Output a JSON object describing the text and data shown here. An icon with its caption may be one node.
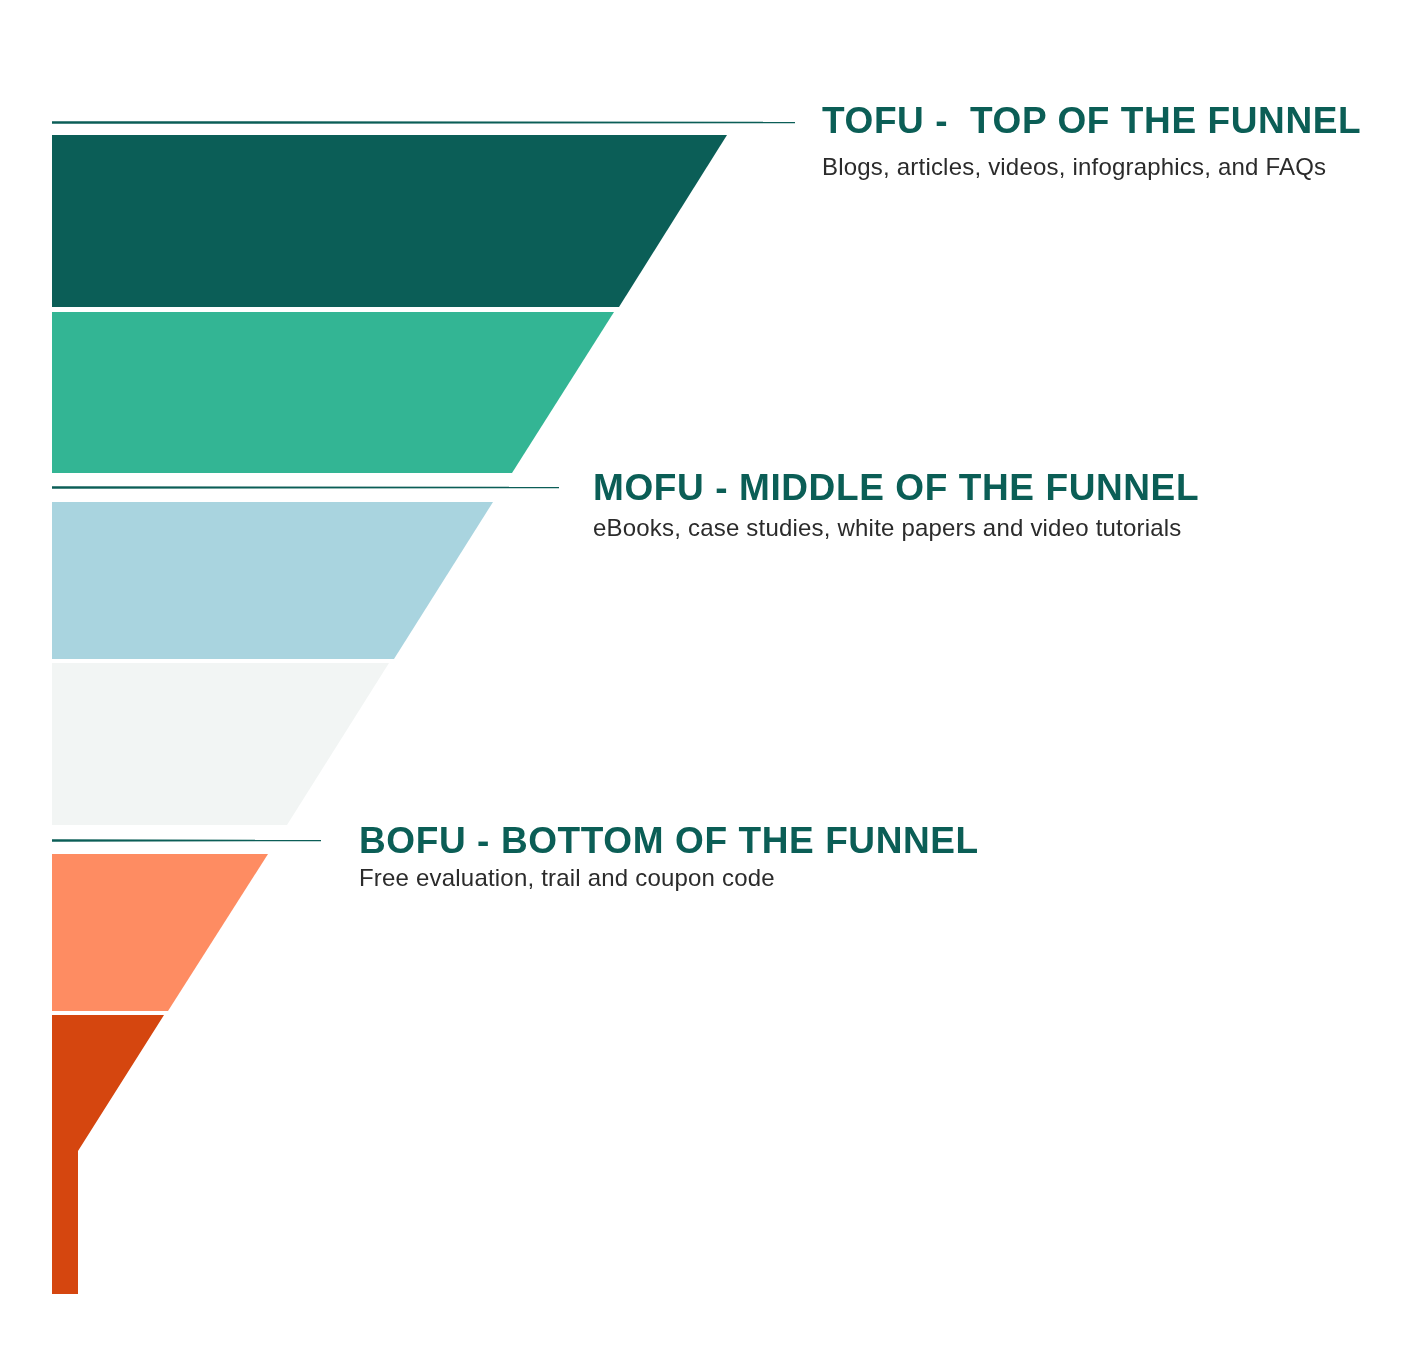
{
  "diagram": {
    "nodes": [
      {
        "text": [],
        "shape": "trapezoid"
      },
      {
        "text": [],
        "shape": "trapezoid"
      },
      {
        "text": [],
        "shape": "trapezoid"
      },
      {
        "text": [],
        "shape": "trapezoid"
      },
      {
        "text": [],
        "shape": "trapezoid"
      },
      {
        "text": [],
        "shape": "funnel"
      }
    ],
    "labels": [
      "TOFU -  TOP OF THE FUNNEL",
      "Blogs, articles, videos, infographics, and FAQs",
      "MOFU - MIDDLE OF THE FUNNEL",
      "eBooks, case studies, white papers and video tutorials",
      "BOFU - BOTTOM OF THE FUNNEL",
      "Free evaluation, trail and coupon code"
    ]
  }
}
